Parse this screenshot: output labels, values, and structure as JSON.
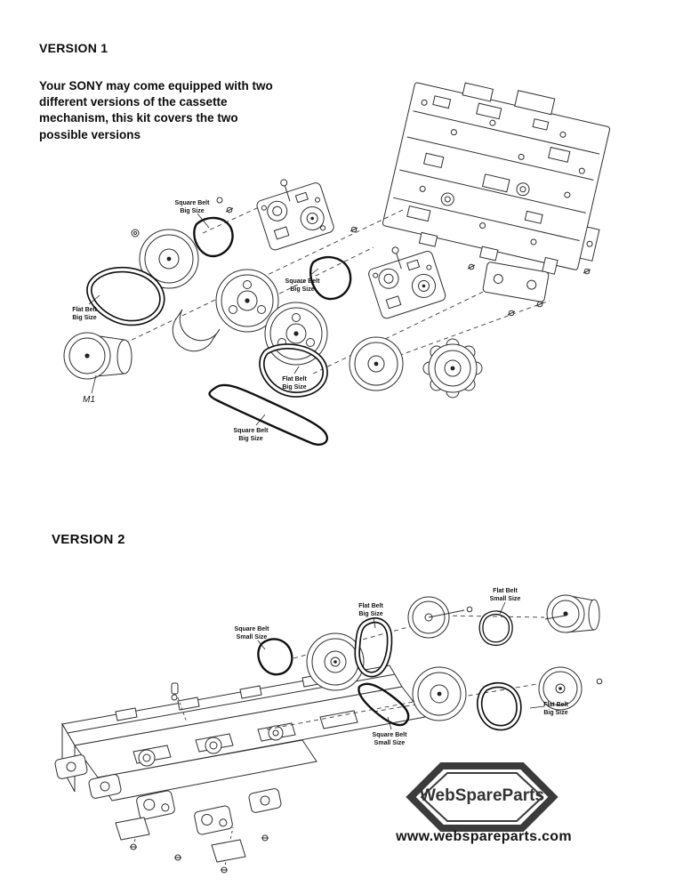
{
  "version1": {
    "title": "VERSION 1",
    "description": "Your SONY may come equipped with two different versions of the cassette mechanism, this kit covers the two possible versions",
    "labels": [
      {
        "text": "Square Belt\nBig Size"
      },
      {
        "text": "Flat Belt\nBig Size"
      },
      {
        "text": "Square Belt\nBig Size"
      },
      {
        "text": "Flat Belt\nBig Size"
      },
      {
        "text": "Square Belt\nBig Size"
      },
      {
        "text": "M1"
      }
    ]
  },
  "version2": {
    "title": "VERSION 2",
    "labels": [
      {
        "text": "Square Belt\nSmall Size"
      },
      {
        "text": "Flat Belt\nBig Size"
      },
      {
        "text": "Flat Belt\nSmall Size"
      },
      {
        "text": "Square Belt\nSmall Size"
      },
      {
        "text": "Flat Belt\nBig Size"
      }
    ]
  },
  "footer": {
    "brand": "WebSpareParts",
    "url": "www.webspareparts.com"
  },
  "colors": {
    "ink": "#2e2e2e",
    "logo": "#3b3b3b"
  }
}
